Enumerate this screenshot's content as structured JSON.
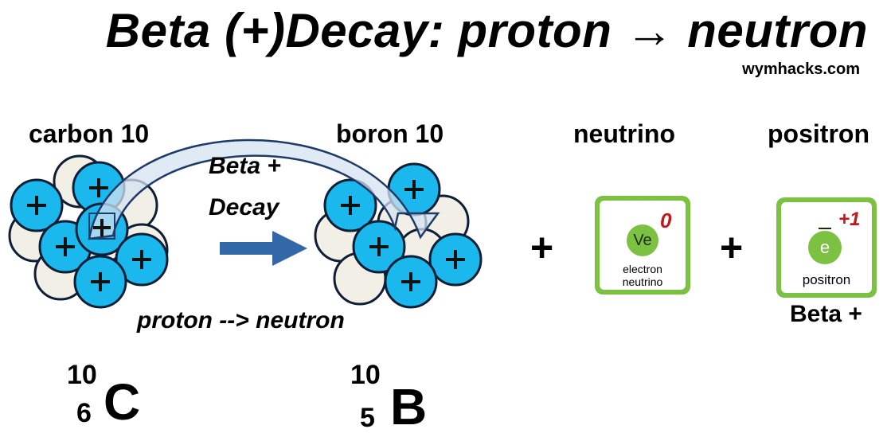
{
  "title": "Beta (+)Decay: proton → neutron",
  "site": "wymhacks.com",
  "parent": {
    "name": "carbon 10",
    "symbol": "C",
    "mass_number": "10",
    "atomic_number": "6"
  },
  "daughter": {
    "name": "boron 10",
    "symbol": "B",
    "mass_number": "10",
    "atomic_number": "5"
  },
  "process": {
    "label_line1": "Beta +",
    "label_line2": "Decay",
    "conversion": "proton --> neutron"
  },
  "products": {
    "plus_sign": "+",
    "neutrino": {
      "heading": "neutrino",
      "badge_symbol": "Ve",
      "charge": "0",
      "caption_line1": "electron",
      "caption_line2": "neutrino"
    },
    "positron": {
      "heading": "positron",
      "badge_symbol": "e",
      "charge": "+1",
      "caption": "positron",
      "type": "Beta +"
    }
  },
  "proton_symbol": "+",
  "colors": {
    "proton": "#1ab8ec",
    "neutron": "#f2efe6",
    "outline": "#0e1e35",
    "arrow": "#3368a8",
    "badge_green": "#7cc142",
    "charge_red": "#c0181c"
  }
}
